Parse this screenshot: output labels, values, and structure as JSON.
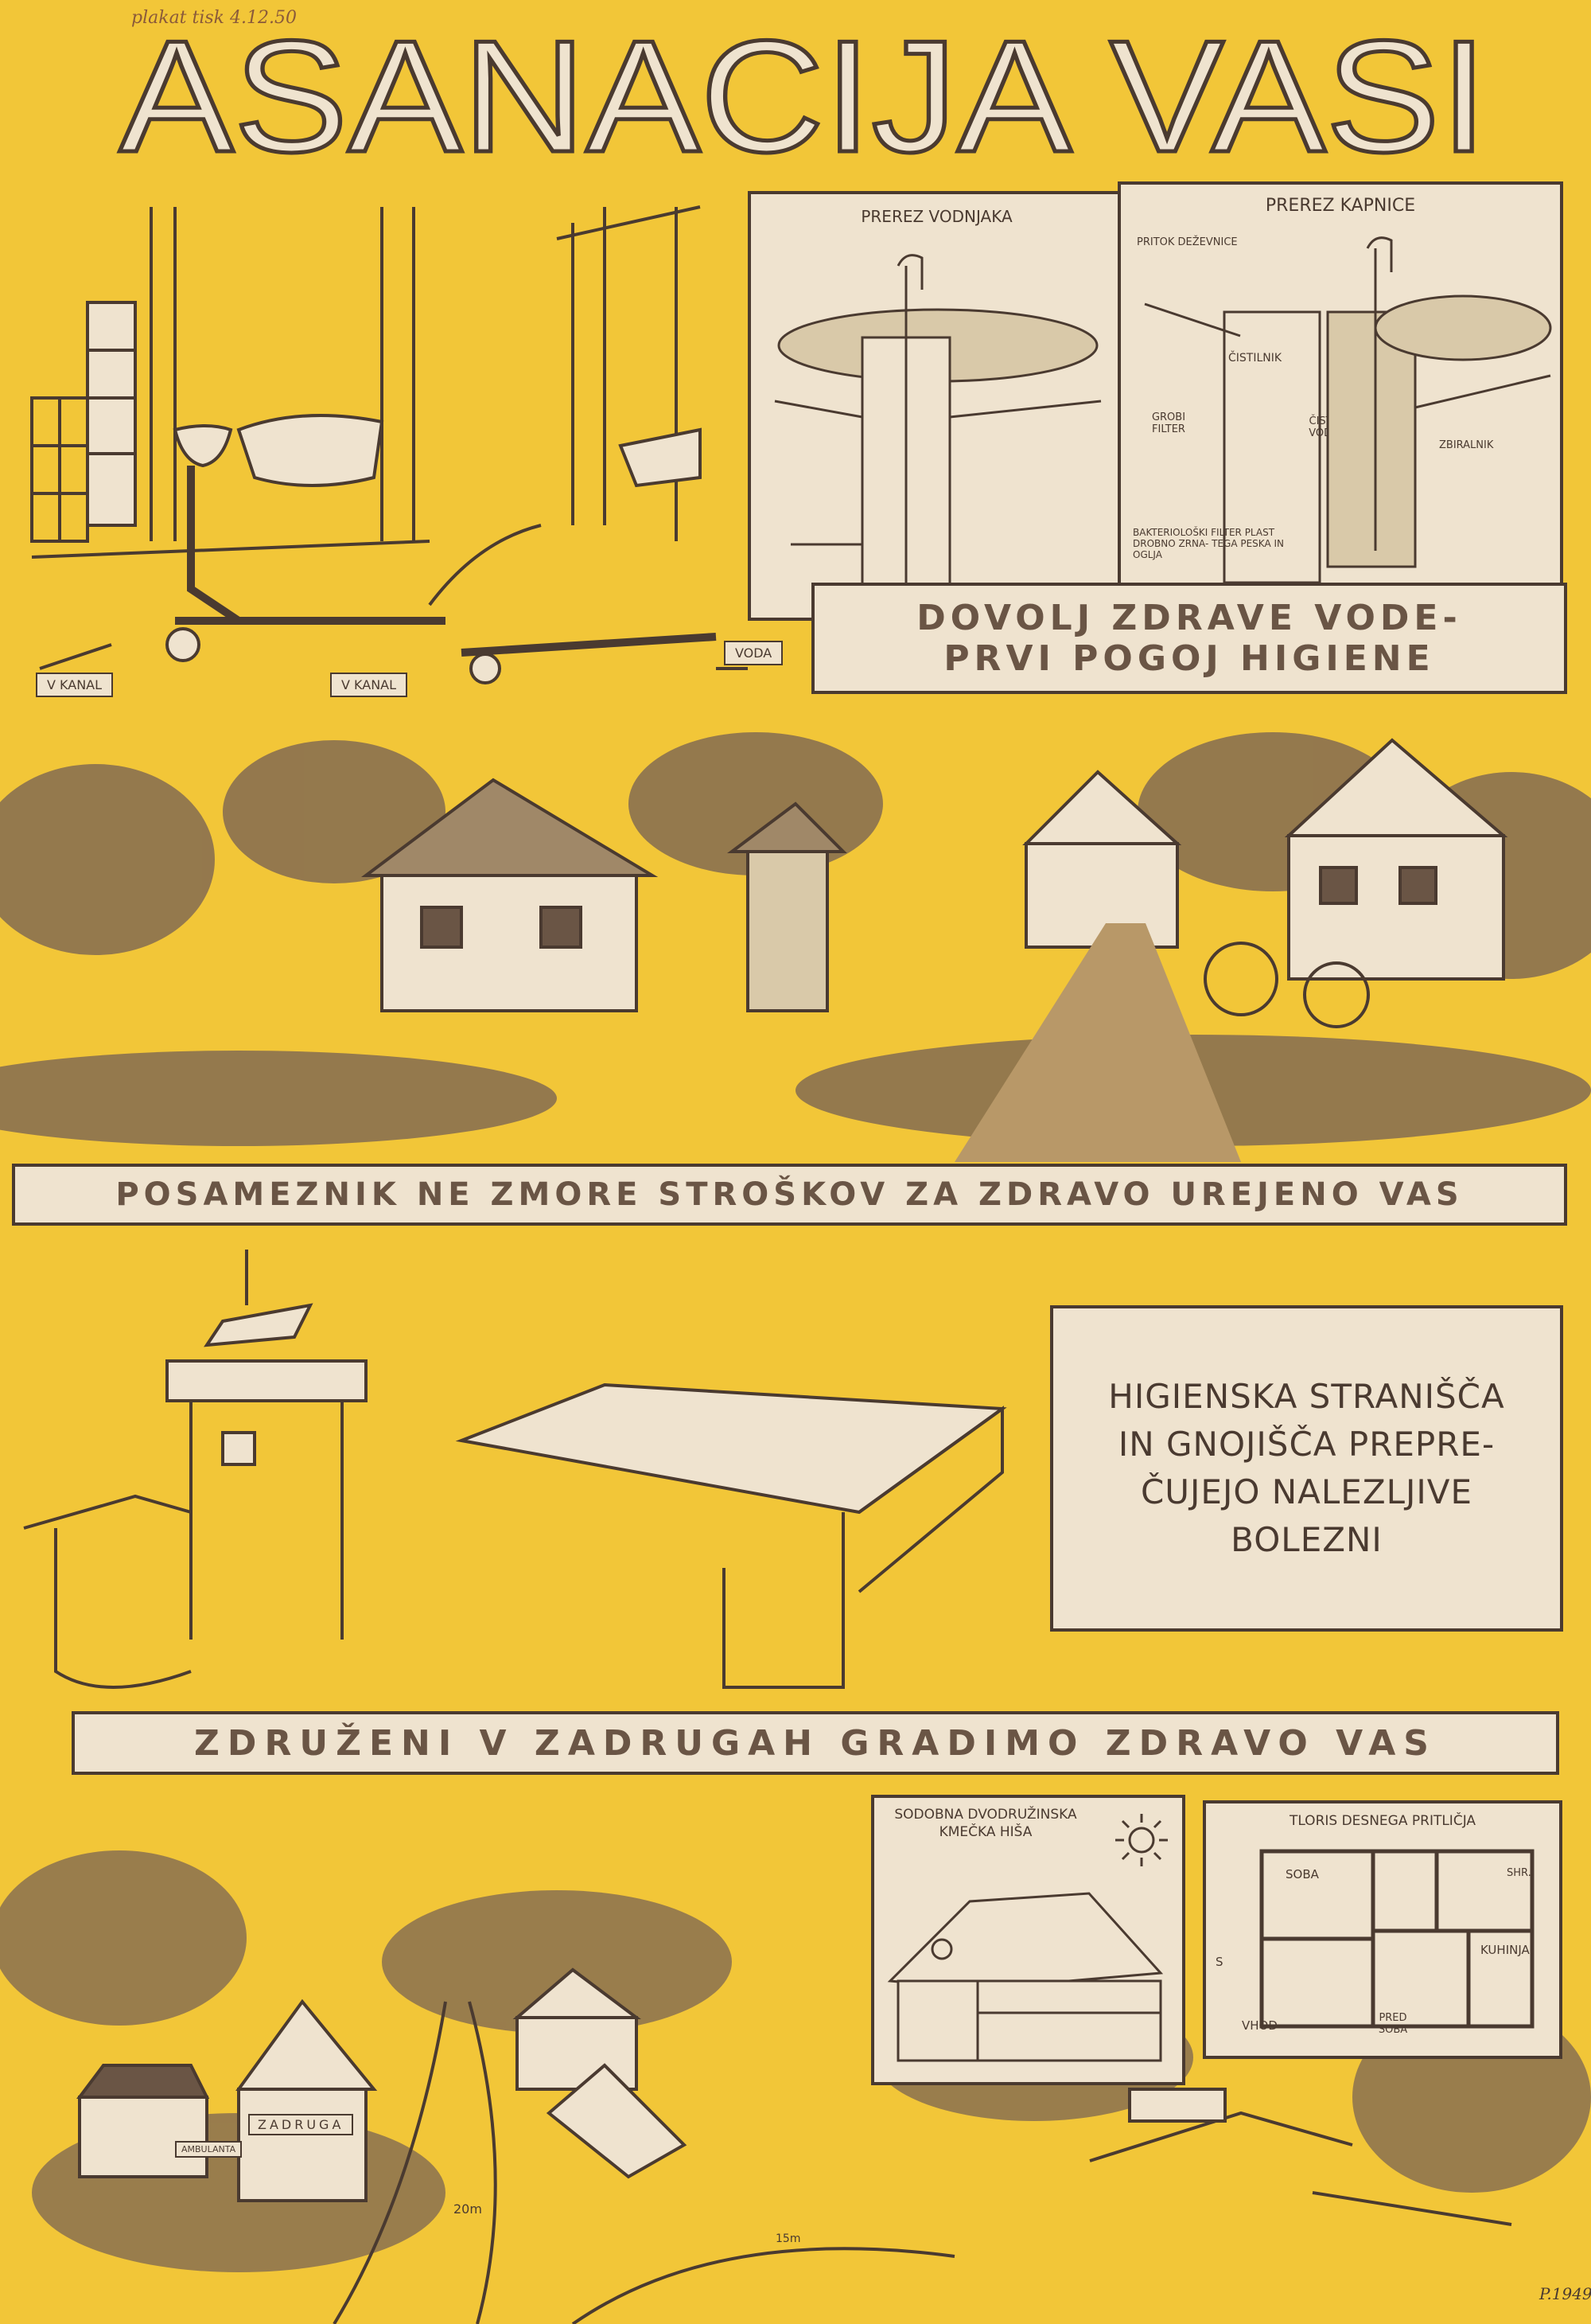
{
  "handwritten_note": "plakat tisk 4.12.50",
  "title": "ASANACIJA VASI",
  "water_panel": {
    "well_section": "PREREZ VODNJAKA",
    "cistern_section": "PREREZ KAPNICE",
    "labels": {
      "inflow": "PRITOK DEŽEVNICE",
      "cleaner": "ČISTILNIK",
      "coarse_filter": "GROBI FILTER",
      "clean_water": "ČISTA VODA",
      "collector": "ZBIRALNIK",
      "bacterial_filter": "BAKTERIOLOŠKI FILTER PLAST DROBNO ZRNA- TEGA PESKA IN OGLJA"
    },
    "caption_line1": "DOVOLJ ZDRAVE VODE-",
    "caption_line2": "PRVI POGOJ HIGIENE"
  },
  "house_plumbing": {
    "to_sewer_left": "V KANAL",
    "to_sewer_right": "V KANAL",
    "water": "VODA"
  },
  "village_caption": "POSAMEZNIK NE ZMORE STROŠKOV ZA ZDRAVO UREJENO VAS",
  "hygiene_box": {
    "lines": [
      "HIGIENSKA STRANIŠČA",
      "IN GNOJIŠČA PREPRE-",
      "ČUJEJO NALEZLJIVE",
      "BOLEZNI"
    ]
  },
  "coop_caption": "ZDRUŽENI V ZADRUGAH GRADIMO ZDRAVO VAS",
  "bottom_panel": {
    "house_title": "SODOBNA DVODRUŽINSKA KMEČKA HIŠA",
    "plan_title": "TLORIS DESNEGA PRITLIČJA",
    "rooms": {
      "soba": "SOBA",
      "shr": "SHR.",
      "kuhinja": "KUHINJA",
      "vhod": "VHOD",
      "predsoba": "PRED SOBA",
      "north": "S"
    },
    "building_sign": "ZADRUGA",
    "ambulanta": "AMBULANTA",
    "dim_20m": "20m",
    "dim_15m": "15m",
    "signature": "P.1949"
  },
  "colors": {
    "background": "#f2c638",
    "paper": "#efe3cf",
    "ink": "#4a3a30",
    "sepia": "#8a7050"
  }
}
